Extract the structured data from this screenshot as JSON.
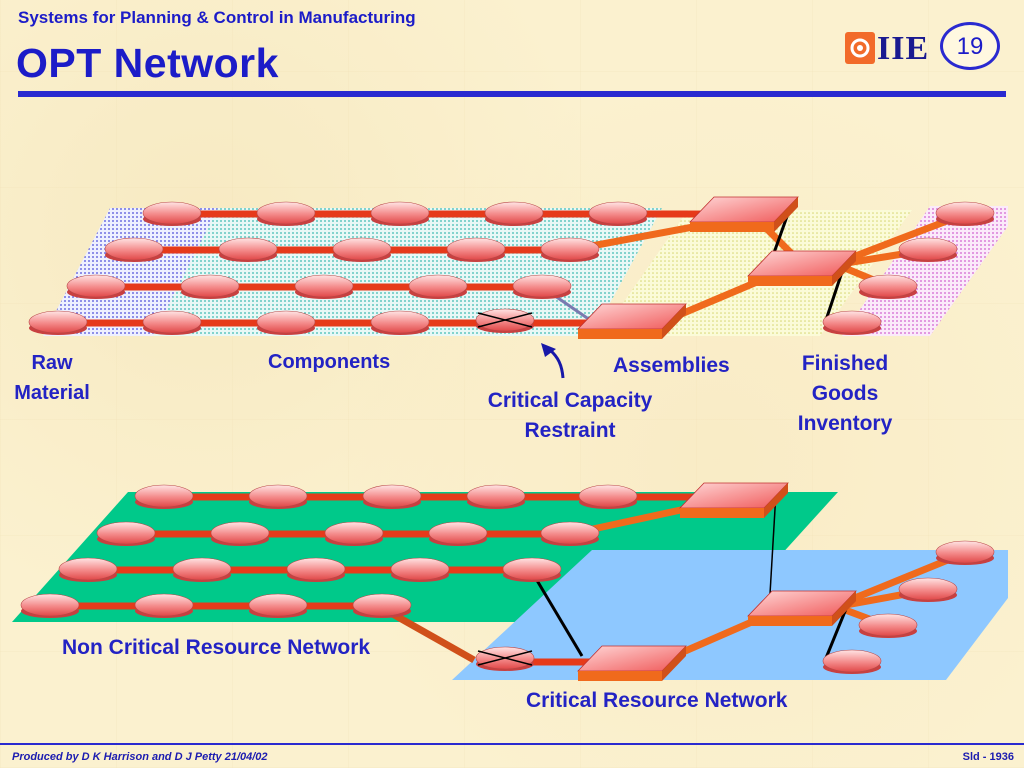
{
  "header": {
    "course": "Systems for Planning & Control in Manufacturing",
    "title": "OPT Network",
    "logo_text": "IIE",
    "slide_number": "19"
  },
  "labels": {
    "raw_line1": "Raw",
    "raw_line2": "Material",
    "components": "Components",
    "ccr_line1": "Critical Capacity",
    "ccr_line2": "Restraint",
    "assemblies": "Assemblies",
    "fg_line1": "Finished",
    "fg_line2": "Goods",
    "fg_line3": "Inventory",
    "non_critical": "Non Critical Resource Network",
    "critical": "Critical Resource Network"
  },
  "footer": {
    "produced_by": "Produced by D K Harrison and D J Petty 21/04/02",
    "slide_id": "Sld - 1936"
  },
  "colors": {
    "title_blue": "#1c1cc8",
    "rule_blue": "#2a2ad0",
    "footer_blue": "#1c1cb0",
    "label_blue": "#2323c4",
    "node_red": "#f06a6a",
    "link_red": "#e63a1a",
    "link_orange": "#f06a1c",
    "green_plane": "#00c98a",
    "blue_plane": "#8ec8ff"
  }
}
